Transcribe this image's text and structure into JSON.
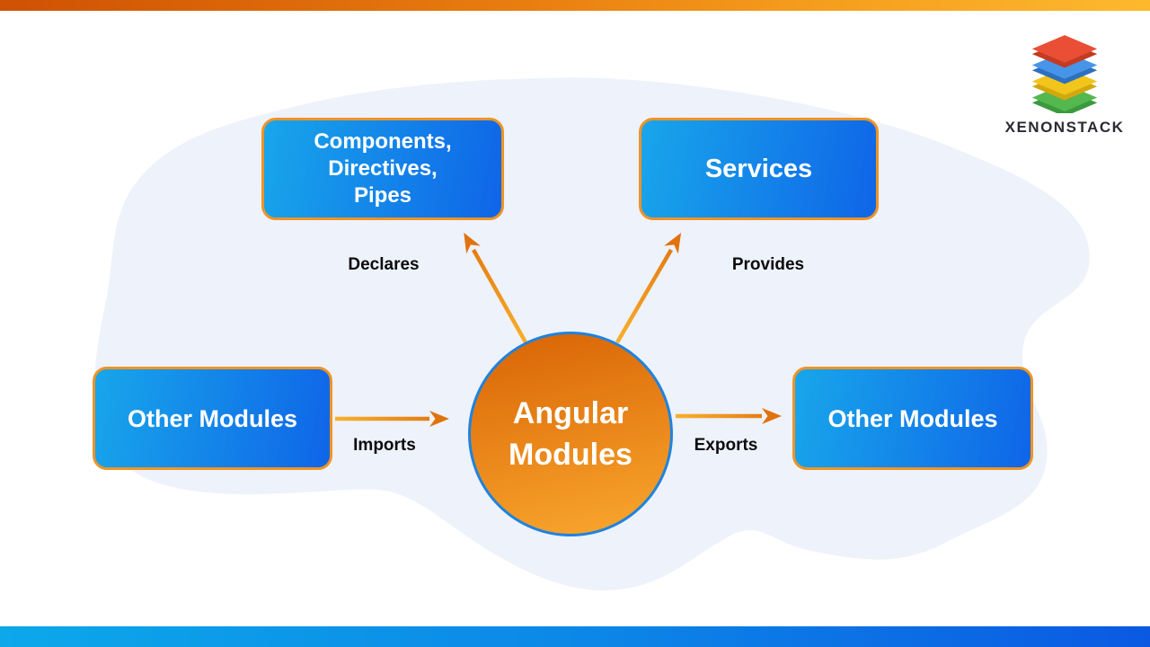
{
  "title": "Angular Modules",
  "logo": {
    "wordmark": "XENONSTACK",
    "layer_colors": [
      "#ea4f35",
      "#4695e8",
      "#f2c51b",
      "#54b84f"
    ],
    "layer_shadow_colors": [
      "#c43a22",
      "#2e6fc0",
      "#d2a80e",
      "#3a9a3e"
    ]
  },
  "nodes": {
    "top_left": {
      "lines": [
        "Components,",
        "Directives,",
        "Pipes"
      ]
    },
    "top_right": {
      "lines": [
        "Services"
      ]
    },
    "left": {
      "lines": [
        "Other Modules"
      ]
    },
    "center": {
      "lines": [
        "Angular",
        "Modules"
      ]
    },
    "right": {
      "lines": [
        "Other Modules"
      ]
    }
  },
  "edges": {
    "declares": {
      "label": "Declares"
    },
    "provides": {
      "label": "Provides"
    },
    "imports": {
      "label": "Imports"
    },
    "exports": {
      "label": "Exports"
    }
  },
  "colors": {
    "top_bar_left": "#cf5103",
    "top_bar_right": "#fdb92e",
    "bottom_bar_left": "#0ca8ea",
    "bottom_bar_right": "#0b59e2",
    "box_blue_light": "#18a6ea",
    "box_blue_dark": "#0f65e8",
    "box_border_orange": "#ee9426",
    "circle_orange_dark": "#db6908",
    "circle_orange_light": "#f8a42c",
    "circle_border_blue": "#1d83e0",
    "arrow_tail": "#f8b02c",
    "arrow_head": "#e0730c",
    "blob_background": "#eef2fb",
    "edge_label_text": "#0b0b0b",
    "logo_text": "#2b2a31"
  }
}
